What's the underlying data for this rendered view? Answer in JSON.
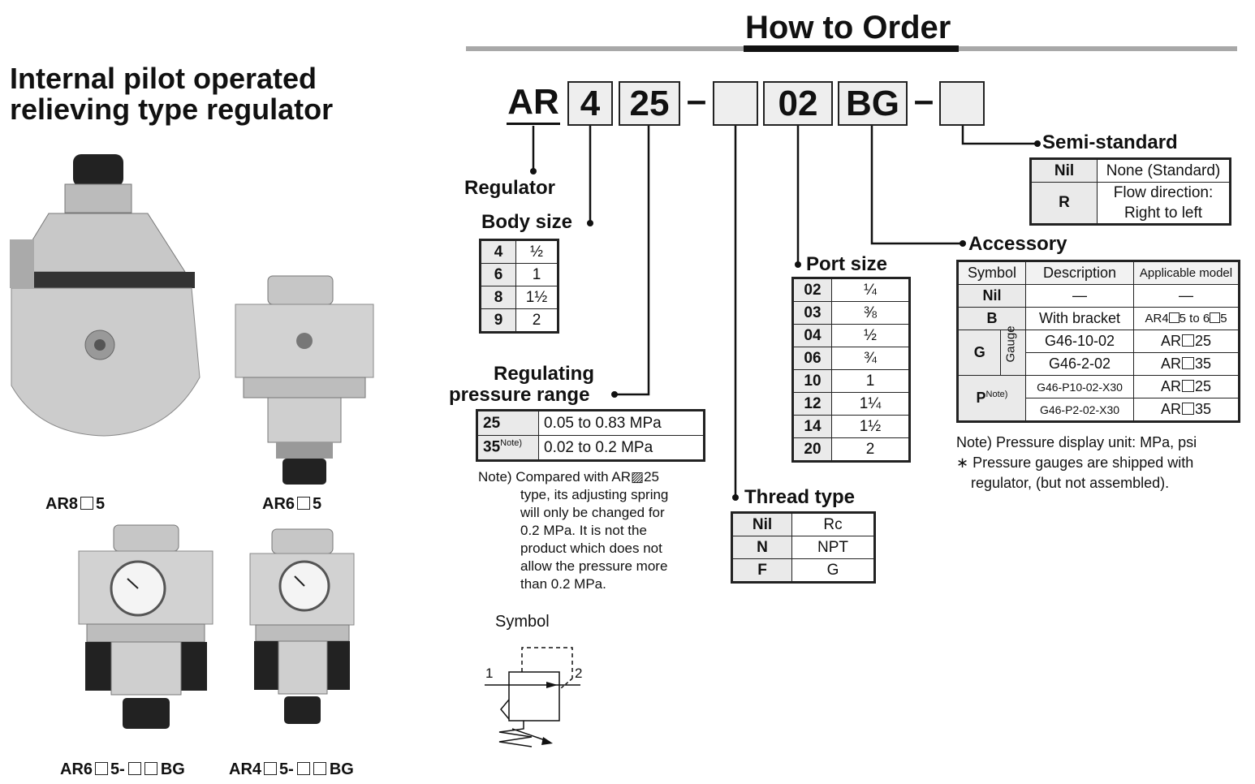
{
  "left": {
    "title_line1": "Internal pilot operated",
    "title_line2": "relieving type regulator",
    "products": [
      {
        "prefix": "AR8",
        "suffix": "5"
      },
      {
        "prefix": "AR6",
        "suffix": "5"
      },
      {
        "prefix": "AR6",
        "suffix": "5-",
        "tail": "BG"
      },
      {
        "prefix": "AR4",
        "suffix": "5-",
        "tail": "BG"
      }
    ]
  },
  "order": {
    "header": "How to Order",
    "code": {
      "ar": "AR",
      "body": "4",
      "pressure": "25",
      "port": "02",
      "accessory": "BG",
      "dash": "–"
    },
    "regulator_label": "Regulator",
    "body_size": {
      "title": "Body size",
      "rows": [
        [
          "4",
          "½"
        ],
        [
          "6",
          "1"
        ],
        [
          "8",
          "1½"
        ],
        [
          "9",
          "2"
        ]
      ]
    },
    "pressure_range": {
      "title_line1": "Regulating",
      "title_line2": "pressure range",
      "rows": [
        {
          "code": "25",
          "sup": "",
          "value": "0.05 to 0.83 MPa"
        },
        {
          "code": "35",
          "sup": "Note)",
          "value": "0.02 to 0.2 MPa"
        }
      ],
      "note_lines": [
        "Note) Compared with AR▨25",
        "type, its adjusting spring",
        "will only be changed for",
        "0.2 MPa. It is not the",
        "product which does not",
        "allow the pressure more",
        "than 0.2 MPa."
      ]
    },
    "symbol": {
      "title": "Symbol",
      "port1": "1",
      "port2": "2"
    },
    "port_size": {
      "title": "Port size",
      "rows": [
        [
          "02",
          "¼"
        ],
        [
          "03",
          "⅜"
        ],
        [
          "04",
          "½"
        ],
        [
          "06",
          "¾"
        ],
        [
          "10",
          "1"
        ],
        [
          "12",
          "1¼"
        ],
        [
          "14",
          "1½"
        ],
        [
          "20",
          "2"
        ]
      ]
    },
    "thread_type": {
      "title": "Thread type",
      "rows": [
        [
          "Nil",
          "Rc"
        ],
        [
          "N",
          "NPT"
        ],
        [
          "F",
          "G"
        ]
      ]
    },
    "semi_standard": {
      "title": "Semi-standard",
      "rows": [
        {
          "code": "Nil",
          "desc1": "None (Standard)",
          "desc2": ""
        },
        {
          "code": "R",
          "desc1": "Flow direction:",
          "desc2": "Right to left"
        }
      ]
    },
    "accessory": {
      "title": "Accessory",
      "headers": [
        "Symbol",
        "Description",
        "Applicable model"
      ],
      "nil": {
        "code": "Nil",
        "desc": "—",
        "model": "—"
      },
      "b": {
        "code": "B",
        "desc": "With bracket",
        "model_a": "AR4",
        "model_b": "5 to 6",
        "model_c": "5"
      },
      "g": {
        "code": "G",
        "group": "Gauge",
        "rows": [
          [
            "G46-10-02",
            "AR",
            "25"
          ],
          [
            "G46-2-02",
            "AR",
            "35"
          ]
        ]
      },
      "p": {
        "code": "P",
        "sup": "Note)",
        "rows": [
          [
            "G46-P10-02-X30",
            "AR",
            "25"
          ],
          [
            "G46-P2-02-X30",
            "AR",
            "35"
          ]
        ]
      },
      "note1": "Note) Pressure display unit: MPa, psi",
      "note2a": "∗ Pressure gauges are shipped with",
      "note2b": "regulator, (but not assembled)."
    }
  }
}
